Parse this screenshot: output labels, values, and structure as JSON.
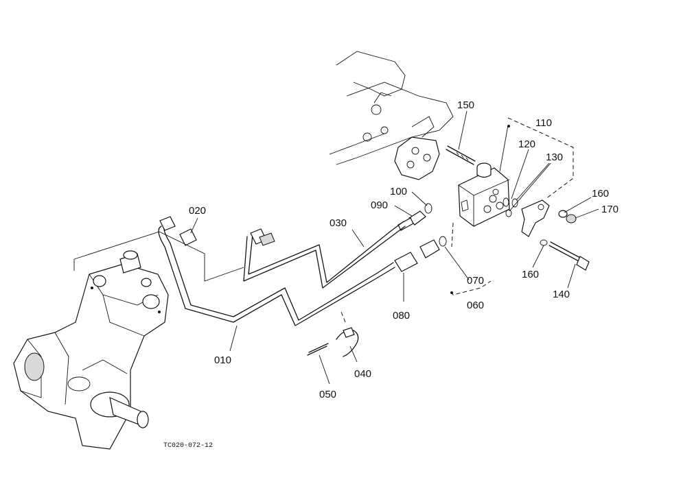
{
  "parts": {
    "p010": "010",
    "p020": "020",
    "p030": "030",
    "p040": "040",
    "p050": "050",
    "p060": "060",
    "p070": "070",
    "p080": "080",
    "p090": "090",
    "p100": "100",
    "p110": "110",
    "p120": "120",
    "p130": "130",
    "p140": "140",
    "p150": "150",
    "p160a": "160",
    "p160b": "160",
    "p170": "170"
  },
  "drawing_code": "TC020-072-12"
}
